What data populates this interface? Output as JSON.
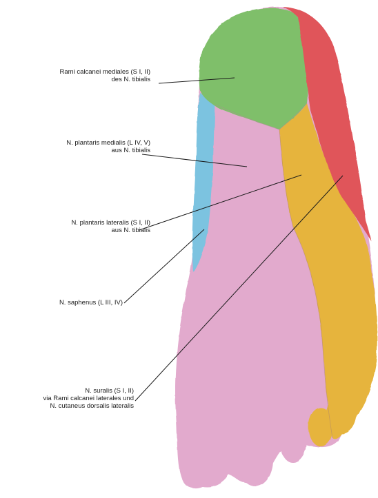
{
  "labels": {
    "calcanei": {
      "line1": "Rami calcanei mediales (S I, II)",
      "line2": "des N. tibialis"
    },
    "plantaris_medialis": {
      "line1": "N. plantaris medialis (L IV, V)",
      "line2": "aus N. tibialis"
    },
    "plantaris_lateralis": {
      "line1": "N. plantaris lateralis (S I, II)",
      "line2": "aus N. tibialis"
    },
    "saphenus": {
      "line1": "N. saphenus (L III, IV)"
    },
    "suralis": {
      "line1": "N. suralis (S I, II)",
      "line2": "via Rami calcanei laterales und",
      "line3": "N. cutaneus dorsalis lateralis"
    }
  },
  "colors": {
    "calcanei_green": "#7fbf6a",
    "medialis_pink": "#e2aacd",
    "lateralis_yellow": "#e6b43e",
    "saphenus_blue": "#7cc3e0",
    "suralis_red": "#e0555a",
    "leader_line": "#1a1a1a"
  }
}
